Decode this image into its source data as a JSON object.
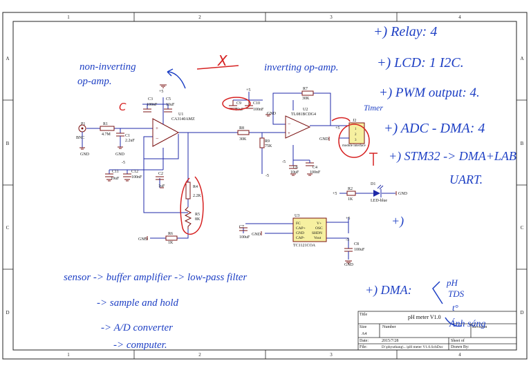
{
  "frame": {
    "col_numbers": [
      "1",
      "2",
      "3",
      "4"
    ],
    "row_letters": [
      "A",
      "B",
      "C",
      "D"
    ]
  },
  "title_block": {
    "title_label": "Title",
    "title_value": "pH meter V1.0",
    "size_label": "Size",
    "size_value": "A4",
    "number_label": "Number",
    "revision_label": "Revision",
    "date_label": "Date:",
    "date_value": "2015/7/28",
    "sheet_label": "Sheet    of",
    "file_label": "File:",
    "file_value": "D:\\phyuthang\\...\\pH meter V1.0.SchDoc",
    "drawn_label": "Drawn By:"
  },
  "components": {
    "p1": "P1",
    "p1_val": "BNC",
    "r1": "R1",
    "r1_val": "4.7M",
    "c1": "C1",
    "c1_val": "2.2uF",
    "c3": "C3",
    "c3_val": "100nF",
    "c5": "C5",
    "c5_val": "10uF",
    "u1": "U1",
    "u1_val": "CA3140AMZ",
    "c11": "C11",
    "c11_val": "10uF",
    "c12": "C12",
    "c12_val": "100nF",
    "c2": "C2",
    "c2_val": "1uF",
    "r4": "R4",
    "r4_val": "2.2K",
    "r5": "R5",
    "r5_val": "8K",
    "r6": "R6",
    "r6_val": "1K",
    "c9": "C9",
    "c9_val": "10uF",
    "c10": "C10",
    "c10_val": "100nF",
    "r7": "R7",
    "r7_val": "30K",
    "u2": "U2",
    "u2_val": "TL081BCDG4",
    "r8": "R8",
    "r8_val": "30K",
    "r9": "R9",
    "r9_val": "75K",
    "c6": "C6",
    "c6_val": "10uF",
    "c4": "C4",
    "c4_val": "100nF",
    "j2": "J2",
    "j2_val": "module interface",
    "r2": "R2",
    "r2_val": "1K",
    "d1": "D1",
    "d1_val": "LED-blue",
    "u3": "U3",
    "u3_val": "TC1121COA",
    "c7": "C7",
    "c7_val": "100uF",
    "c8": "C8",
    "c8_val": "100uF",
    "gnd": "GND",
    "plus5": "+5",
    "minus5": "-5",
    "u3_pins_left": [
      "FC",
      "CAP+",
      "GND",
      "CAP-"
    ],
    "u3_pins_right": [
      "V+",
      "OSC",
      "SHDN",
      "Vout"
    ]
  },
  "notes": {
    "non_inverting": "non-inverting",
    "op_amp_1": "op-amp.",
    "inverting": "inverting op-amp.",
    "mark_c": "C",
    "mark_x": "X",
    "relay": "+) Relay: 4",
    "lcd": "+) LCD: 1 I2C.",
    "pwm": "+) PWM output: 4.",
    "timer": "Timer",
    "adc": "+) ADC - DMA: 4",
    "stm32": "+) STM32 -> DMA+LAB",
    "uart": "UART.",
    "plus": "+)",
    "sensor_chain": "sensor -> buffer amplifier -> low-pass filter",
    "sample_hold": "-> sample and hold",
    "ad_converter": "-> A/D converter",
    "computer": "-> computer.",
    "dma": "+) DMA:",
    "ph": "pH",
    "tds": "TDS",
    "t_deg": "t°",
    "anh_sang": "Ánh sáng"
  },
  "colors": {
    "wire": "#1f2aa8",
    "part": "#7a1010",
    "label": "#111111",
    "pen": "#1d3fc4",
    "redpen": "#d62020",
    "j2fill": "#f6f0a0"
  }
}
